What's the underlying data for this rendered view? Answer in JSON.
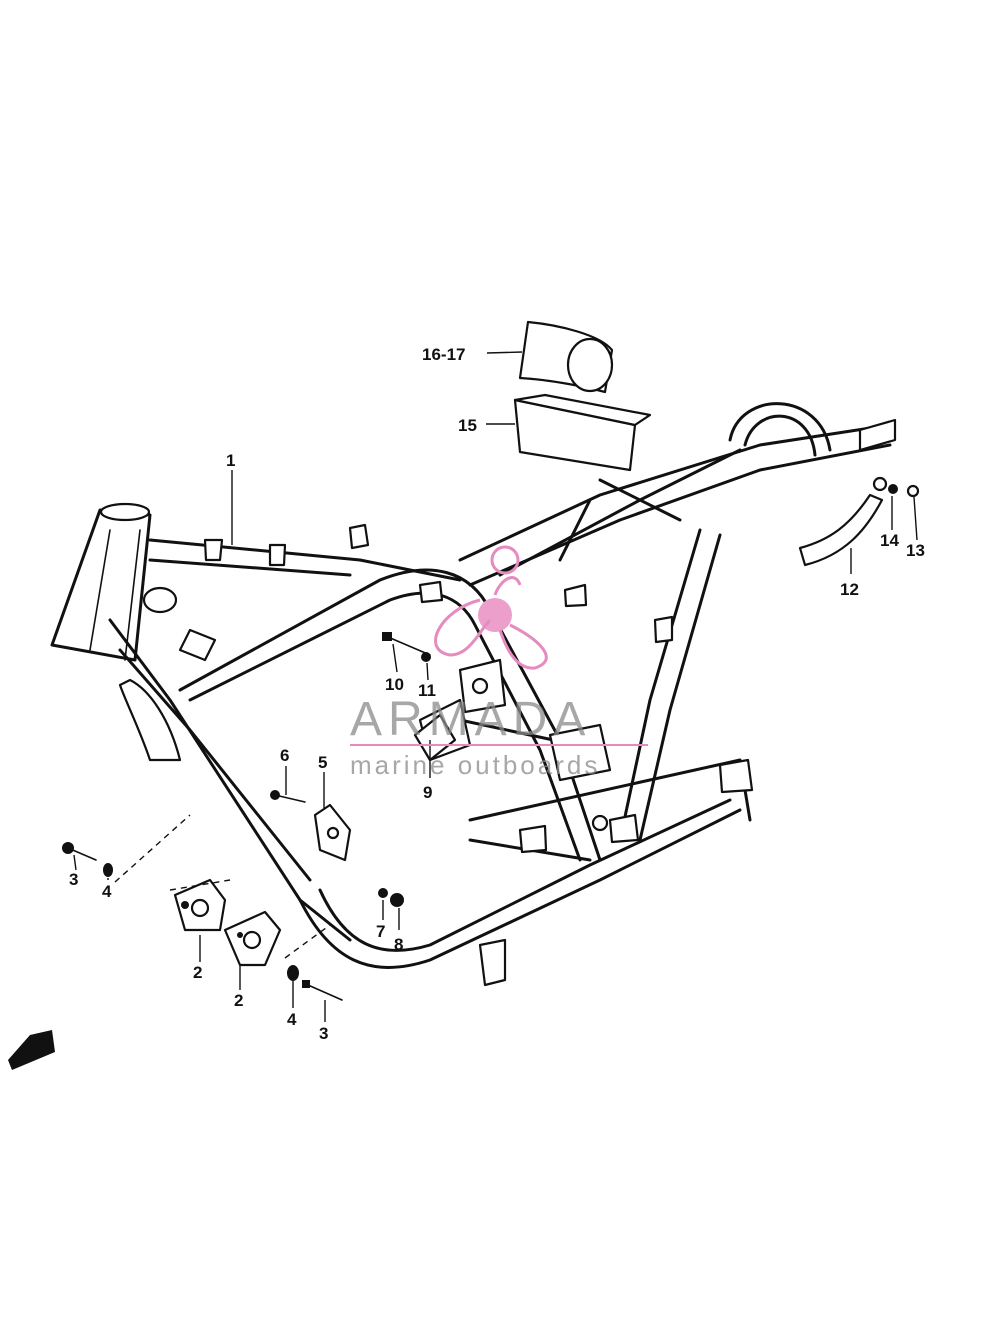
{
  "diagram": {
    "callouts": {
      "c1": "1",
      "c2a": "2",
      "c2b": "2",
      "c3a": "3",
      "c3b": "3",
      "c4a": "4",
      "c4b": "4",
      "c5": "5",
      "c6": "6",
      "c7": "7",
      "c8": "8",
      "c9": "9",
      "c10": "10",
      "c11": "11",
      "c12": "12",
      "c13": "13",
      "c14": "14",
      "c15": "15",
      "c16_17": "16-17"
    }
  },
  "watermark": {
    "title": "ARMADA",
    "subtitle": "marine outboards",
    "logo_color": "#e58bc0"
  }
}
